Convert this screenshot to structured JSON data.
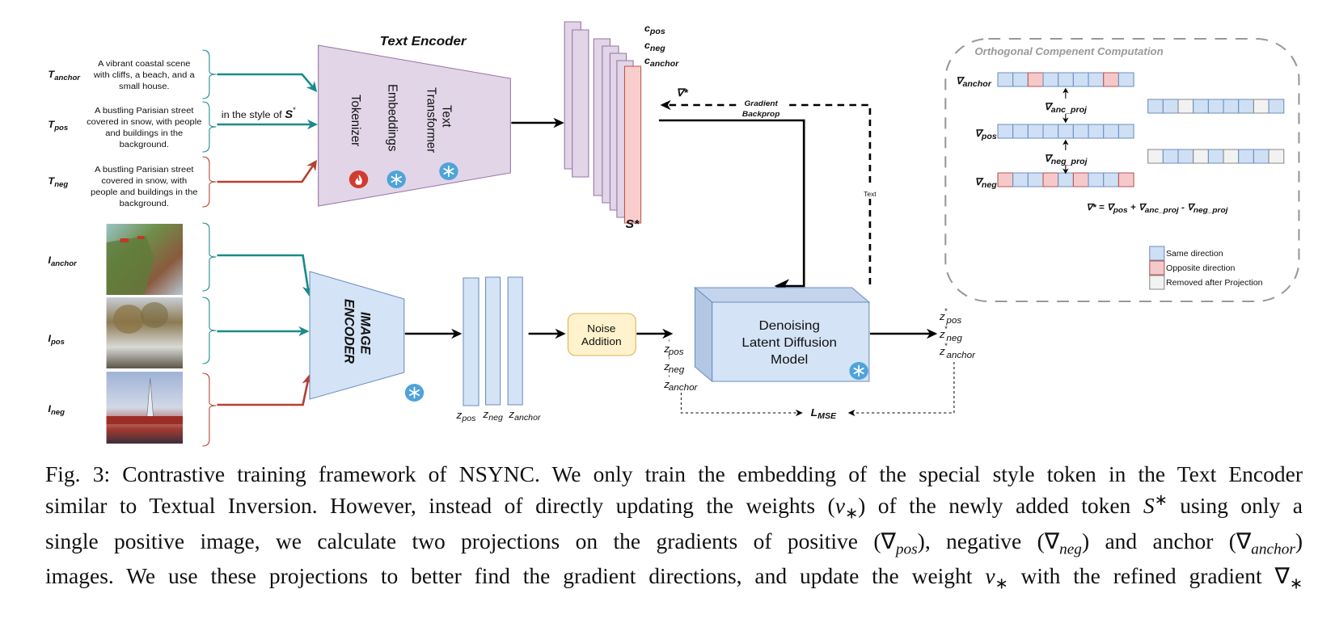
{
  "figure": {
    "text_encoder": {
      "title": "Text Encoder",
      "components": [
        {
          "label": "Tokenizer",
          "state": "trainable",
          "icon": "fire-icon"
        },
        {
          "label": "Embeddings",
          "state": "frozen",
          "icon": "snowflake-icon"
        },
        {
          "label": "Text Transformer",
          "state": "frozen",
          "icon": "snowflake-icon"
        }
      ]
    },
    "text_inputs": [
      {
        "label_main": "T",
        "label_sub": "anchor",
        "lines": [
          "A vibrant coastal scene",
          "with cliffs, a beach, and a",
          "small house."
        ],
        "arrow_color": "#1a8a8a"
      },
      {
        "label_main": "T",
        "label_sub": "pos",
        "lines": [
          "A bustling Parisian street",
          "covered in snow, with people",
          "and buildings in the",
          "background."
        ],
        "arrow_color": "#1a8a8a"
      },
      {
        "label_main": "T",
        "label_sub": "neg",
        "lines": [
          "A bustling Parisian street",
          "covered in snow, with",
          "people and buildings in the",
          "background."
        ],
        "arrow_color": "#b5412f"
      }
    ],
    "style_suffix": {
      "text": "in the style of ",
      "token": "S",
      "token_sup": "*"
    },
    "conditioning_labels": [
      {
        "main": "c",
        "sub": "pos"
      },
      {
        "main": "c",
        "sub": "neg"
      },
      {
        "main": "c",
        "sub": "anchor"
      }
    ],
    "special_token_label": "S*",
    "gradient": {
      "symbol": "∇*",
      "label_line1": "Gradient",
      "label_line2": "Backprop",
      "side_label": "Text"
    },
    "image_inputs": [
      {
        "label_main": "I",
        "label_sub": "anchor",
        "thumbnail": "coastal-cliff-painting"
      },
      {
        "label_main": "I",
        "label_sub": "pos",
        "thumbnail": "parisian-boulevard-painting"
      },
      {
        "label_main": "I",
        "label_sub": "neg",
        "thumbnail": "snowy-paris-eiffel-painting"
      }
    ],
    "image_encoder": {
      "line1": "IMAGE",
      "line2": "ENCODER",
      "state": "frozen"
    },
    "latents": [
      {
        "main": "z",
        "sub": "pos"
      },
      {
        "main": "z",
        "sub": "neg"
      },
      {
        "main": "z",
        "sub": "anchor"
      }
    ],
    "noise_addition": {
      "line1": "Noise",
      "line2": "Addition"
    },
    "noisy_latents": [
      {
        "main": "z",
        "sup": "'",
        "sub": "pos"
      },
      {
        "main": "z",
        "sup": "'",
        "sub": "neg"
      },
      {
        "main": "z",
        "sup": "'",
        "sub": "anchor"
      }
    ],
    "diffusion_model": {
      "line1": "Denoising",
      "line2": "Latent Diffusion",
      "line3": "Model",
      "state": "frozen"
    },
    "denoised_latents": [
      {
        "main": "z",
        "sup": "*",
        "sub": "pos"
      },
      {
        "main": "z",
        "sup": "*",
        "sub": "neg"
      },
      {
        "main": "z",
        "sup": "*",
        "sub": "anchor"
      }
    ],
    "loss": {
      "main": "L",
      "sub": "MSE"
    },
    "orthogonal_panel": {
      "title": "Orthogonal Compenent Computation",
      "rows": [
        {
          "label_main": "∇",
          "label_sub": "anchor",
          "cells": [
            "same",
            "same",
            "opposite",
            "same",
            "same",
            "same",
            "same",
            "opposite",
            "same"
          ]
        },
        {
          "label_main": "∇",
          "label_sub": "pos",
          "cells": [
            "same",
            "same",
            "same",
            "same",
            "same",
            "same",
            "same",
            "same",
            "same"
          ]
        },
        {
          "label_main": "∇",
          "label_sub": "neg",
          "cells": [
            "opposite",
            "same",
            "same",
            "opposite",
            "same",
            "opposite",
            "same",
            "same",
            "opposite"
          ]
        }
      ],
      "projections": [
        {
          "label_main": "∇",
          "label_sub": "anc_proj",
          "cells": [
            "same",
            "same",
            "removed",
            "same",
            "same",
            "same",
            "same",
            "removed",
            "same"
          ]
        },
        {
          "label_main": "∇",
          "label_sub": "neg_proj",
          "cells": [
            "removed",
            "same",
            "same",
            "removed",
            "same",
            "removed",
            "same",
            "same",
            "removed"
          ]
        }
      ],
      "formula": {
        "lhs": "∇*",
        "eq": " = ",
        "t1_main": "∇",
        "t1_sub": "pos",
        "plus": " + ",
        "t2_main": "∇",
        "t2_sub": "anc_proj",
        "minus": " - ",
        "t3_main": "∇",
        "t3_sub": "neg_proj"
      },
      "legend": [
        {
          "key": "same",
          "label": "Same direction",
          "color": "#cfe0f5"
        },
        {
          "key": "opposite",
          "label": "Opposite direction",
          "color": "#f5c9c9"
        },
        {
          "key": "removed",
          "label": "Removed after Projection",
          "color": "#f2f2f2"
        }
      ]
    },
    "colors": {
      "teal_arrow": "#1a8a8a",
      "red_arrow": "#b5412f",
      "text_encoder_fill": "#e1d5e7",
      "text_encoder_stroke": "#9673a6",
      "image_encoder_fill": "#d4e3f6",
      "image_encoder_stroke": "#6c8ebf",
      "noise_fill": "#fff2cc",
      "noise_stroke": "#d6b656",
      "token_fill": "#f8cecc",
      "token_stroke": "#b85450",
      "fire": "#d23b2f",
      "snowflake": "#4fa3d9"
    }
  },
  "caption": {
    "line1": "Fig. 3: Contrastive training framework of NSYNC. We only train the embedding of the special style token in the Text Encoder",
    "line2_a": "similar to Textual Inversion. However, instead of directly updating the weights (",
    "line2_v": "v",
    "line2_vsub": "∗",
    "line2_b": ") of the newly added token ",
    "line2_S": "S",
    "line2_Ssup": "∗",
    "line2_c": " using only a",
    "line3_a": "single positive image, we calculate two projections on the gradients of positive (∇",
    "line3_pos": "pos",
    "line3_b": "), negative (∇",
    "line3_neg": "neg",
    "line3_c": ") and anchor (∇",
    "line3_anchor": "anchor",
    "line3_d": ")",
    "line4_a": "images. We use these projections to better find the gradient directions, and update the weight ",
    "line4_v": "v",
    "line4_vsub": "∗",
    "line4_b": " with the refined gradient ∇",
    "line4_sub": "∗"
  }
}
